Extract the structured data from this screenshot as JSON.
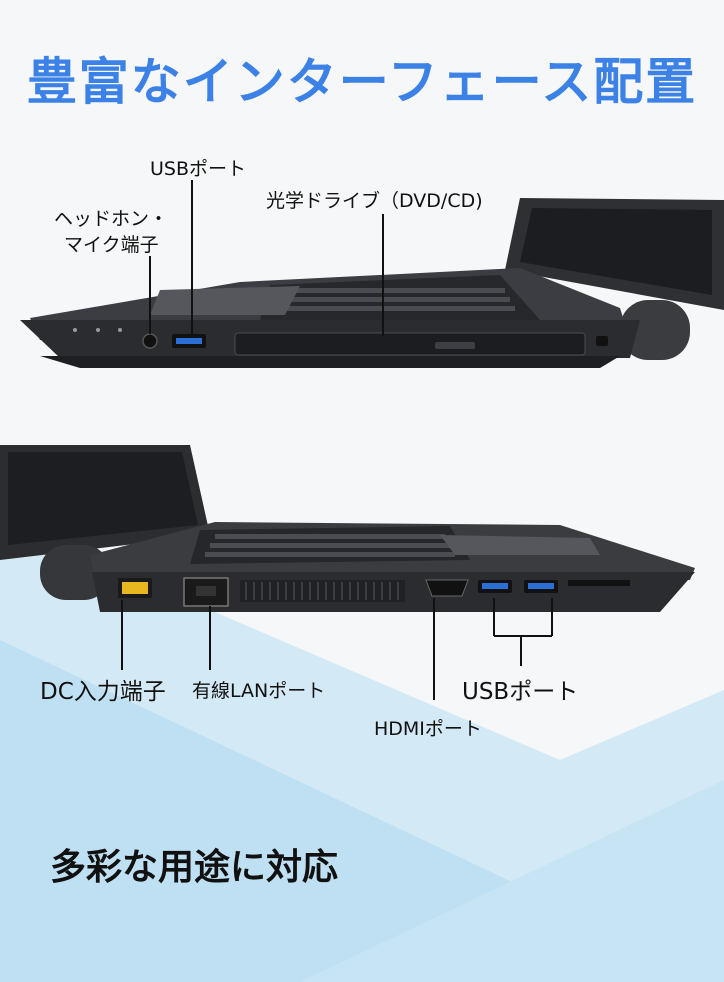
{
  "heading": "豊富なインターフェース配置",
  "top_view": {
    "usb_label": "USBポート",
    "headphone_label_line1": "ヘッドホン・",
    "headphone_label_line2": "マイク端子",
    "optical_label": "光学ドライブ（DVD/CD)"
  },
  "side_view": {
    "dc_label": "DC入力端子",
    "lan_label": "有線LANポート",
    "hdmi_label": "HDMIポート",
    "usb_label": "USBポート"
  },
  "tagline": "多彩な用途に対応",
  "colors": {
    "heading": "#3c82e6",
    "background": "#f6f7f8",
    "accent_blue": "#bfe0f2",
    "laptop_body": "#2b2d30",
    "usb_blue": "#2a6fd6",
    "dc_yellow": "#e9b820"
  }
}
